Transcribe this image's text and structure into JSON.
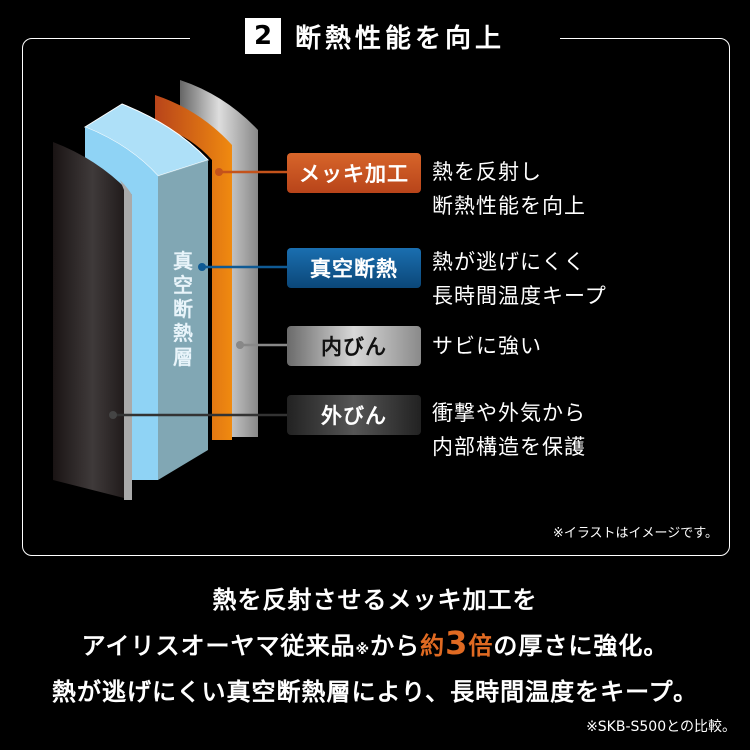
{
  "title": {
    "number": "2",
    "text": "断熱性能を向上"
  },
  "illustration": {
    "vertical_label": "真空断熱層"
  },
  "layers": [
    {
      "label": "メッキ加工",
      "desc": [
        "熱を反射し",
        "断熱性能を向上"
      ]
    },
    {
      "label": "真空断熱",
      "desc": [
        "熱が逃げにくく",
        "長時間温度キープ"
      ]
    },
    {
      "label": "内びん",
      "desc": [
        "サビに強い"
      ]
    },
    {
      "label": "外びん",
      "desc": [
        "衝撃や外気から",
        "内部構造を保護"
      ]
    }
  ],
  "illustration_note": "※イラストはイメージです。",
  "bottom": {
    "line1": "熱を反射させるメッキ加工を",
    "line2_a": "アイリスオーヤマ従来品",
    "line2_mark": "※",
    "line2_b": "から",
    "line2_c": "約",
    "line2_d": "3",
    "line2_e": "倍",
    "line2_f": "の厚さに強化。",
    "line3": "熱が逃げにくい真空断熱層により、長時間温度をキープ。",
    "footnote": "※SKB-S500との比較。"
  },
  "colors": {
    "plating": "#c4531b",
    "vacuum": "#0f5a94",
    "inner": "#9a9a9a",
    "outer": "#333333",
    "highlight": "#e06a22"
  }
}
